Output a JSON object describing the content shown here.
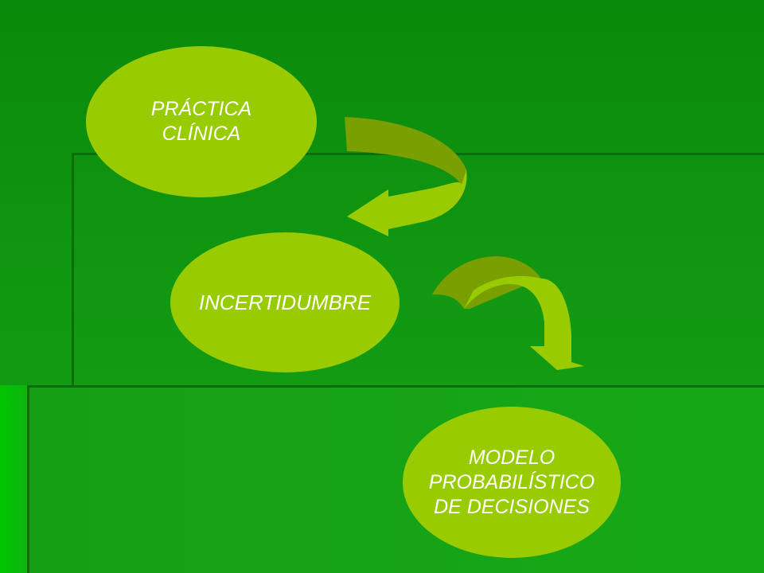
{
  "colors": {
    "background": "#0a8a0a",
    "node_fill": "#99cc00",
    "arrow_light": "#99cc00",
    "arrow_dark": "#7a9f00",
    "text": "#ffffff"
  },
  "nodes": {
    "practica": {
      "line1": "PRÁCTICA",
      "line2": "CLÍNICA"
    },
    "incertidumbre": {
      "line1": "INCERTIDUMBRE"
    },
    "modelo": {
      "line1": "MODELO",
      "line2": "PROBABILÍSTICO",
      "line3": "DE DECISIONES"
    }
  },
  "arrows": [
    {
      "from": "practica",
      "to": "incertidumbre",
      "direction": "clockwise-down-left"
    },
    {
      "from": "incertidumbre",
      "to": "modelo",
      "direction": "clockwise-down-right"
    }
  ]
}
